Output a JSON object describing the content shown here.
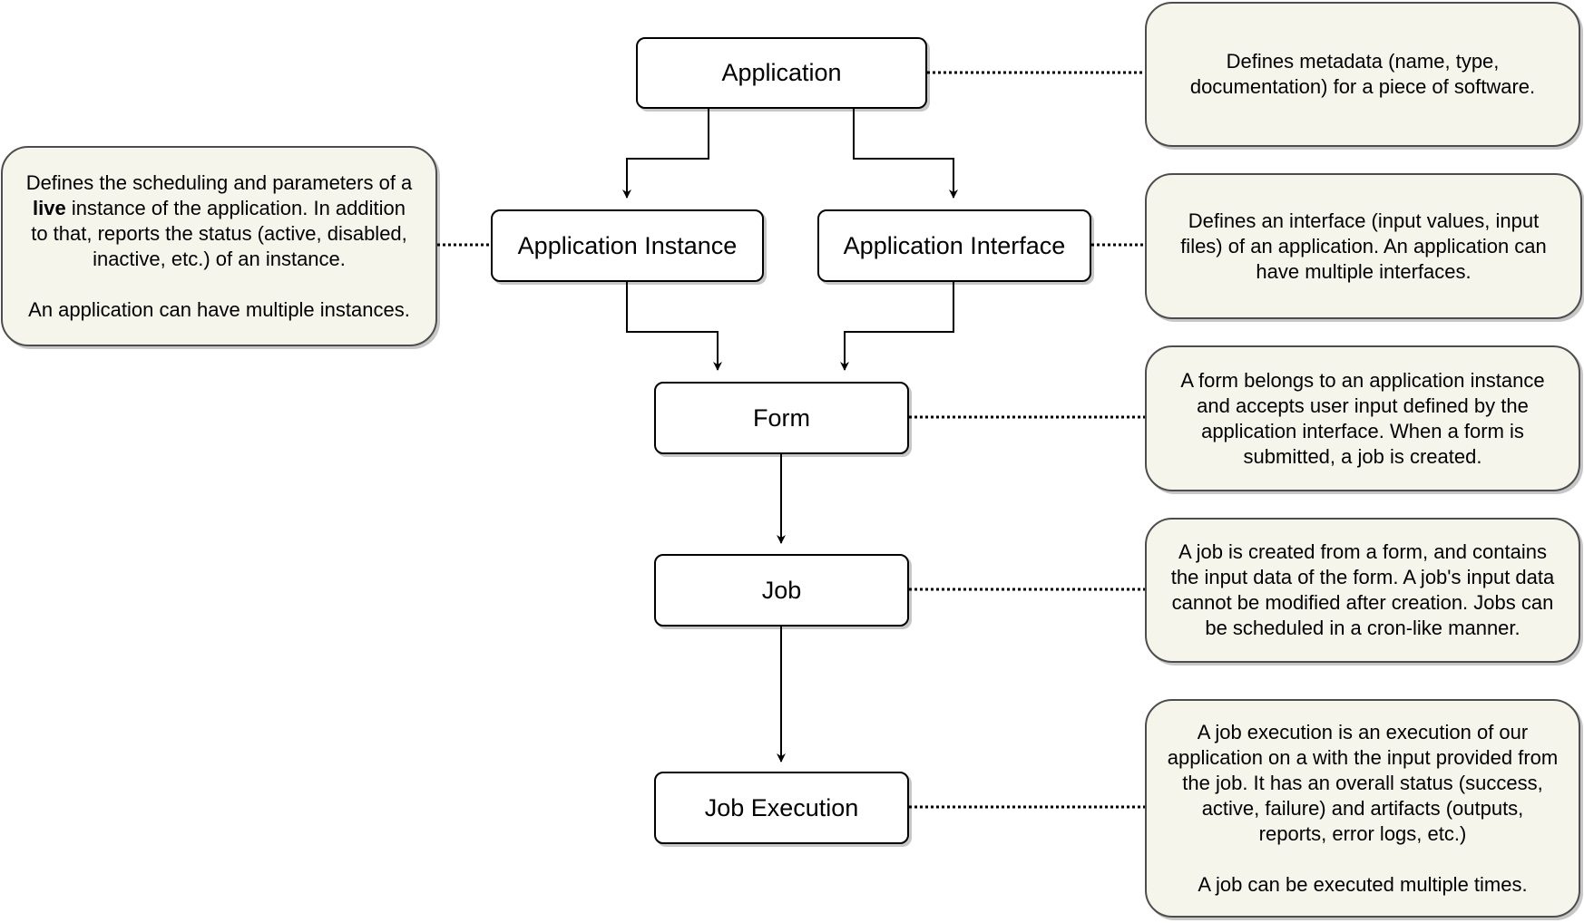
{
  "nodes": {
    "application": "Application",
    "application_instance": "Application Instance",
    "application_interface": "Application Interface",
    "form": "Form",
    "job": "Job",
    "job_execution": "Job Execution"
  },
  "notes": {
    "application": [
      "Defines metadata (name, type,",
      "documentation) for a piece of software."
    ],
    "application_instance": {
      "line1": "Defines the scheduling and parameters of a",
      "line2_bold": "live",
      "line2_rest": " instance of the application. In addition",
      "line3": "to that, reports the status (active, disabled,",
      "line4": "inactive, etc.) of an instance.",
      "line5": "An application can have multiple instances."
    },
    "application_interface": [
      "Defines an interface (input values, input",
      "files) of an application. An application can",
      "have multiple interfaces."
    ],
    "form": [
      "A form belongs to an application instance",
      "and accepts user input defined by the",
      "application interface. When a form is",
      "submitted, a job is created."
    ],
    "job": [
      "A job is created from a form, and contains",
      "the input data of the form. A job's input data",
      "cannot be modified after creation. Jobs can",
      "be scheduled in a cron-like manner."
    ],
    "job_execution": {
      "lines": [
        "A job execution is an execution of our",
        "application on a with the input provided from",
        "the job. It has an overall status (success,",
        "active, failure) and artifacts (outputs,",
        "reports, error logs, etc.)"
      ],
      "after_gap": "A job can be executed multiple times."
    }
  },
  "colors": {
    "note_fill": "#f6f5ec",
    "note_border": "#4d4d4d",
    "node_fill": "#ffffff",
    "line": "#000000"
  }
}
